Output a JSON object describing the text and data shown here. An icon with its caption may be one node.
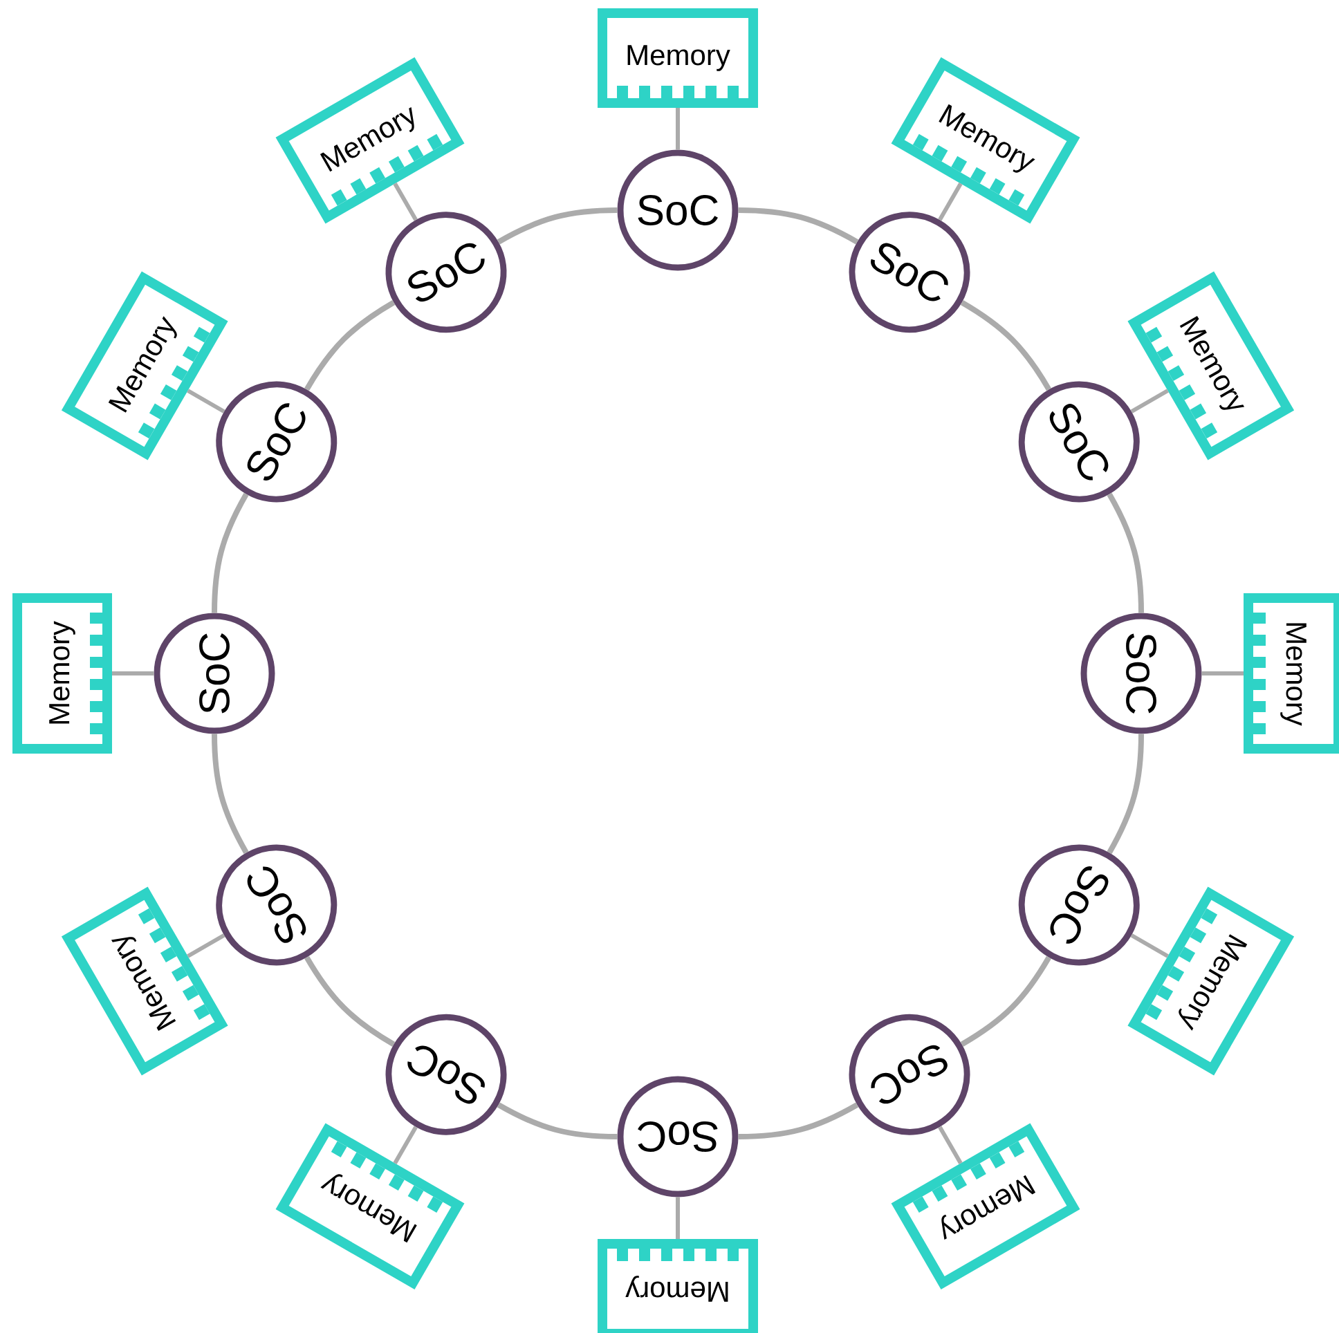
{
  "diagram": {
    "nodes": [
      {
        "text": [
          "SoC"
        ]
      },
      {
        "text": [
          "Memory"
        ]
      },
      {
        "text": [
          "SoC"
        ]
      },
      {
        "text": [
          "Memory"
        ]
      },
      {
        "text": [
          "SoC"
        ]
      },
      {
        "text": [
          "Memory"
        ]
      },
      {
        "text": [
          "SoC"
        ]
      },
      {
        "text": [
          "Memory"
        ]
      },
      {
        "text": [
          "SoC"
        ]
      },
      {
        "text": [
          "Memory"
        ]
      },
      {
        "text": [
          "SoC"
        ]
      },
      {
        "text": [
          "Memory"
        ]
      },
      {
        "text": [
          "SoC"
        ]
      },
      {
        "text": [
          "Memory"
        ]
      },
      {
        "text": [
          "SoC"
        ]
      },
      {
        "text": [
          "Memory"
        ]
      },
      {
        "text": [
          "SoC"
        ]
      },
      {
        "text": [
          "Memory"
        ]
      },
      {
        "text": [
          "SoC"
        ]
      },
      {
        "text": [
          "Memory"
        ]
      },
      {
        "text": [
          "SoC"
        ]
      },
      {
        "text": [
          "Memory"
        ]
      },
      {
        "text": [
          "SoC"
        ]
      },
      {
        "text": [
          "Memory"
        ]
      }
    ],
    "edges": [
      {
        "from": 1,
        "to": 0,
        "arrow": "none"
      },
      {
        "from": 0,
        "to": 2,
        "arrow": "none"
      },
      {
        "from": 3,
        "to": 2,
        "arrow": "none"
      },
      {
        "from": 2,
        "to": 4,
        "arrow": "none"
      },
      {
        "from": 5,
        "to": 4,
        "arrow": "none"
      },
      {
        "from": 4,
        "to": 6,
        "arrow": "none"
      },
      {
        "from": 7,
        "to": 6,
        "arrow": "none"
      },
      {
        "from": 6,
        "to": 8,
        "arrow": "none"
      },
      {
        "from": 9,
        "to": 8,
        "arrow": "none"
      },
      {
        "from": 8,
        "to": 10,
        "arrow": "none"
      },
      {
        "from": 11,
        "to": 10,
        "arrow": "none"
      },
      {
        "from": 10,
        "to": 12,
        "arrow": "none"
      },
      {
        "from": 13,
        "to": 12,
        "arrow": "none"
      },
      {
        "from": 12,
        "to": 14,
        "arrow": "none"
      },
      {
        "from": 15,
        "to": 14,
        "arrow": "none"
      },
      {
        "from": 14,
        "to": 16,
        "arrow": "none"
      },
      {
        "from": 17,
        "to": 16,
        "arrow": "none"
      },
      {
        "from": 16,
        "to": 18,
        "arrow": "none"
      },
      {
        "from": 19,
        "to": 18,
        "arrow": "none"
      },
      {
        "from": 18,
        "to": 20,
        "arrow": "none"
      },
      {
        "from": 21,
        "to": 20,
        "arrow": "none"
      },
      {
        "from": 20,
        "to": 22,
        "arrow": "none"
      },
      {
        "from": 23,
        "to": 22,
        "arrow": "none"
      },
      {
        "from": 22,
        "to": 0,
        "arrow": "none"
      }
    ]
  }
}
